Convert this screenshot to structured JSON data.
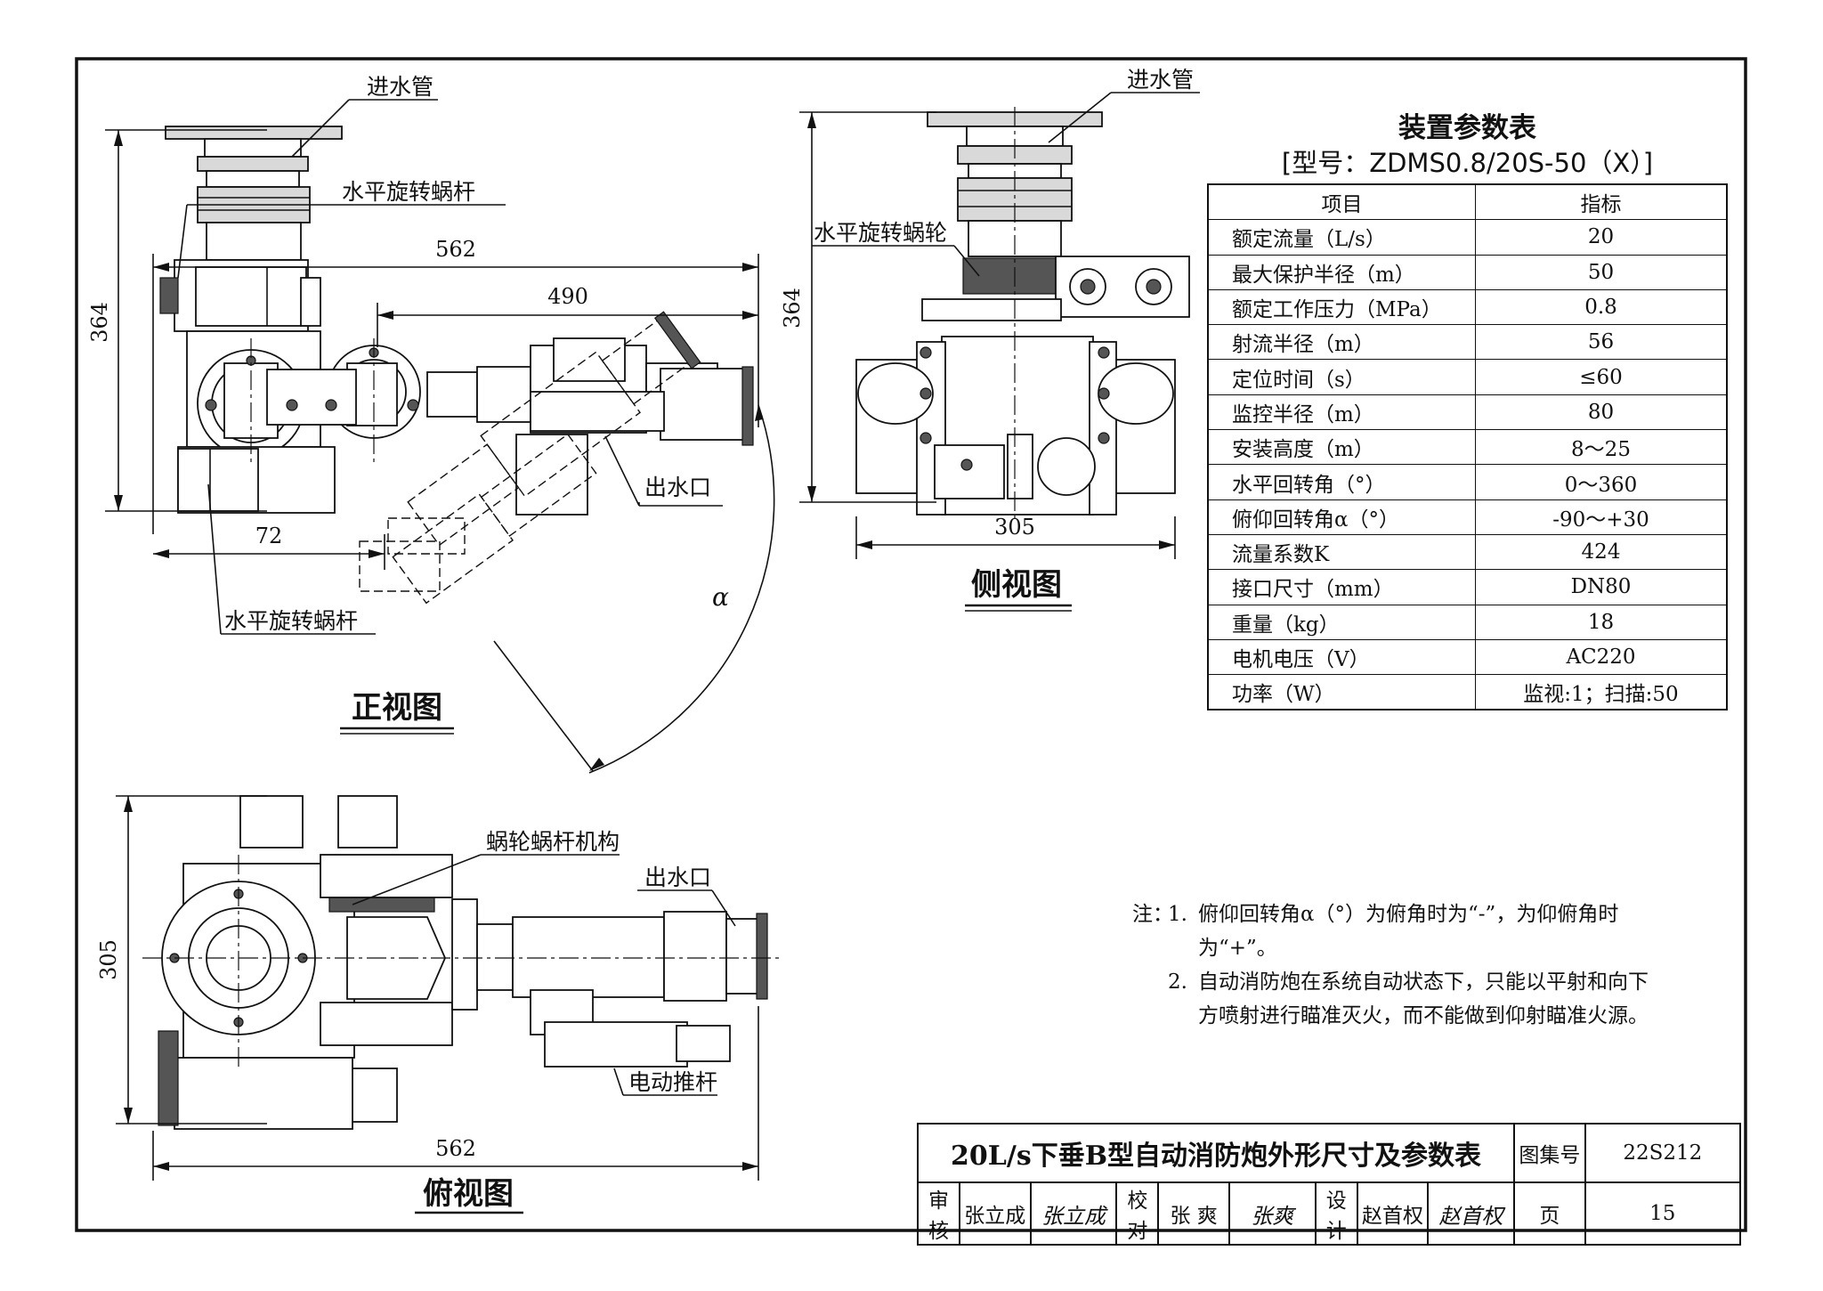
{
  "views": {
    "front": {
      "title": "正视图",
      "dims": {
        "height": "364",
        "width_total": "562",
        "width_mid": "490",
        "width_small": "72"
      },
      "labels": {
        "inlet": "进水管",
        "worm_top": "水平旋转蜗杆",
        "outlet": "出水口",
        "worm_bottom": "水平旋转蜗杆",
        "angle": "α"
      }
    },
    "side": {
      "title": "侧视图",
      "dims": {
        "height": "364",
        "width": "305"
      },
      "labels": {
        "inlet": "进水管",
        "worm_gear": "水平旋转蜗轮"
      }
    },
    "top": {
      "title": "俯视图",
      "dims": {
        "height": "305",
        "width": "562"
      },
      "labels": {
        "mechanism": "蜗轮蜗杆机构",
        "outlet": "出水口",
        "actuator": "电动推杆"
      }
    }
  },
  "table": {
    "title": "装置参数表",
    "model": "[型号：ZDMS0.8/20S-50（X）]",
    "header": {
      "item": "项目",
      "value": "指标"
    },
    "rows": [
      {
        "item": "额定流量（L/s）",
        "value": "20"
      },
      {
        "item": "最大保护半径（m）",
        "value": "50"
      },
      {
        "item": "额定工作压力（MPa）",
        "value": "0.8"
      },
      {
        "item": "射流半径（m）",
        "value": "56"
      },
      {
        "item": "定位时间（s）",
        "value": "≤60"
      },
      {
        "item": "监控半径（m）",
        "value": "80"
      },
      {
        "item": "安装高度（m）",
        "value": "8～25"
      },
      {
        "item": "水平回转角（°）",
        "value": "0～360"
      },
      {
        "item": "俯仰回转角α（°）",
        "value": "-90～+30"
      },
      {
        "item": "流量系数K",
        "value": "424"
      },
      {
        "item": "接口尺寸（mm）",
        "value": "DN80"
      },
      {
        "item": "重量（kg）",
        "value": "18"
      },
      {
        "item": "电机电压（V）",
        "value": "AC220"
      },
      {
        "item": "功率（W）",
        "value": "监视:1；扫描:50"
      }
    ]
  },
  "notes": {
    "prefix": "注：",
    "items": [
      {
        "num": "1.",
        "line1": "俯仰回转角α（°）为俯角时为“-”，为仰俯角时",
        "line2": "为“+”。"
      },
      {
        "num": "2.",
        "line1": "自动消防炮在系统自动状态下，只能以平射和向下",
        "line2": "方喷射进行瞄准灭火，而不能做到仰射瞄准火源。"
      }
    ]
  },
  "title_block": {
    "title": "20L/s下垂B型自动消防炮外形尺寸及参数表",
    "atlas_label": "图集号",
    "atlas_no": "22S212",
    "review_label": "审核",
    "reviewer": "张立成",
    "reviewer_sig": "张立成",
    "check_label": "校对",
    "checker": "张 爽",
    "checker_sig": "张爽",
    "design_label": "设计",
    "designer": "赵首权",
    "designer_sig": "赵首权",
    "page_label": "页",
    "page_no": "15"
  }
}
